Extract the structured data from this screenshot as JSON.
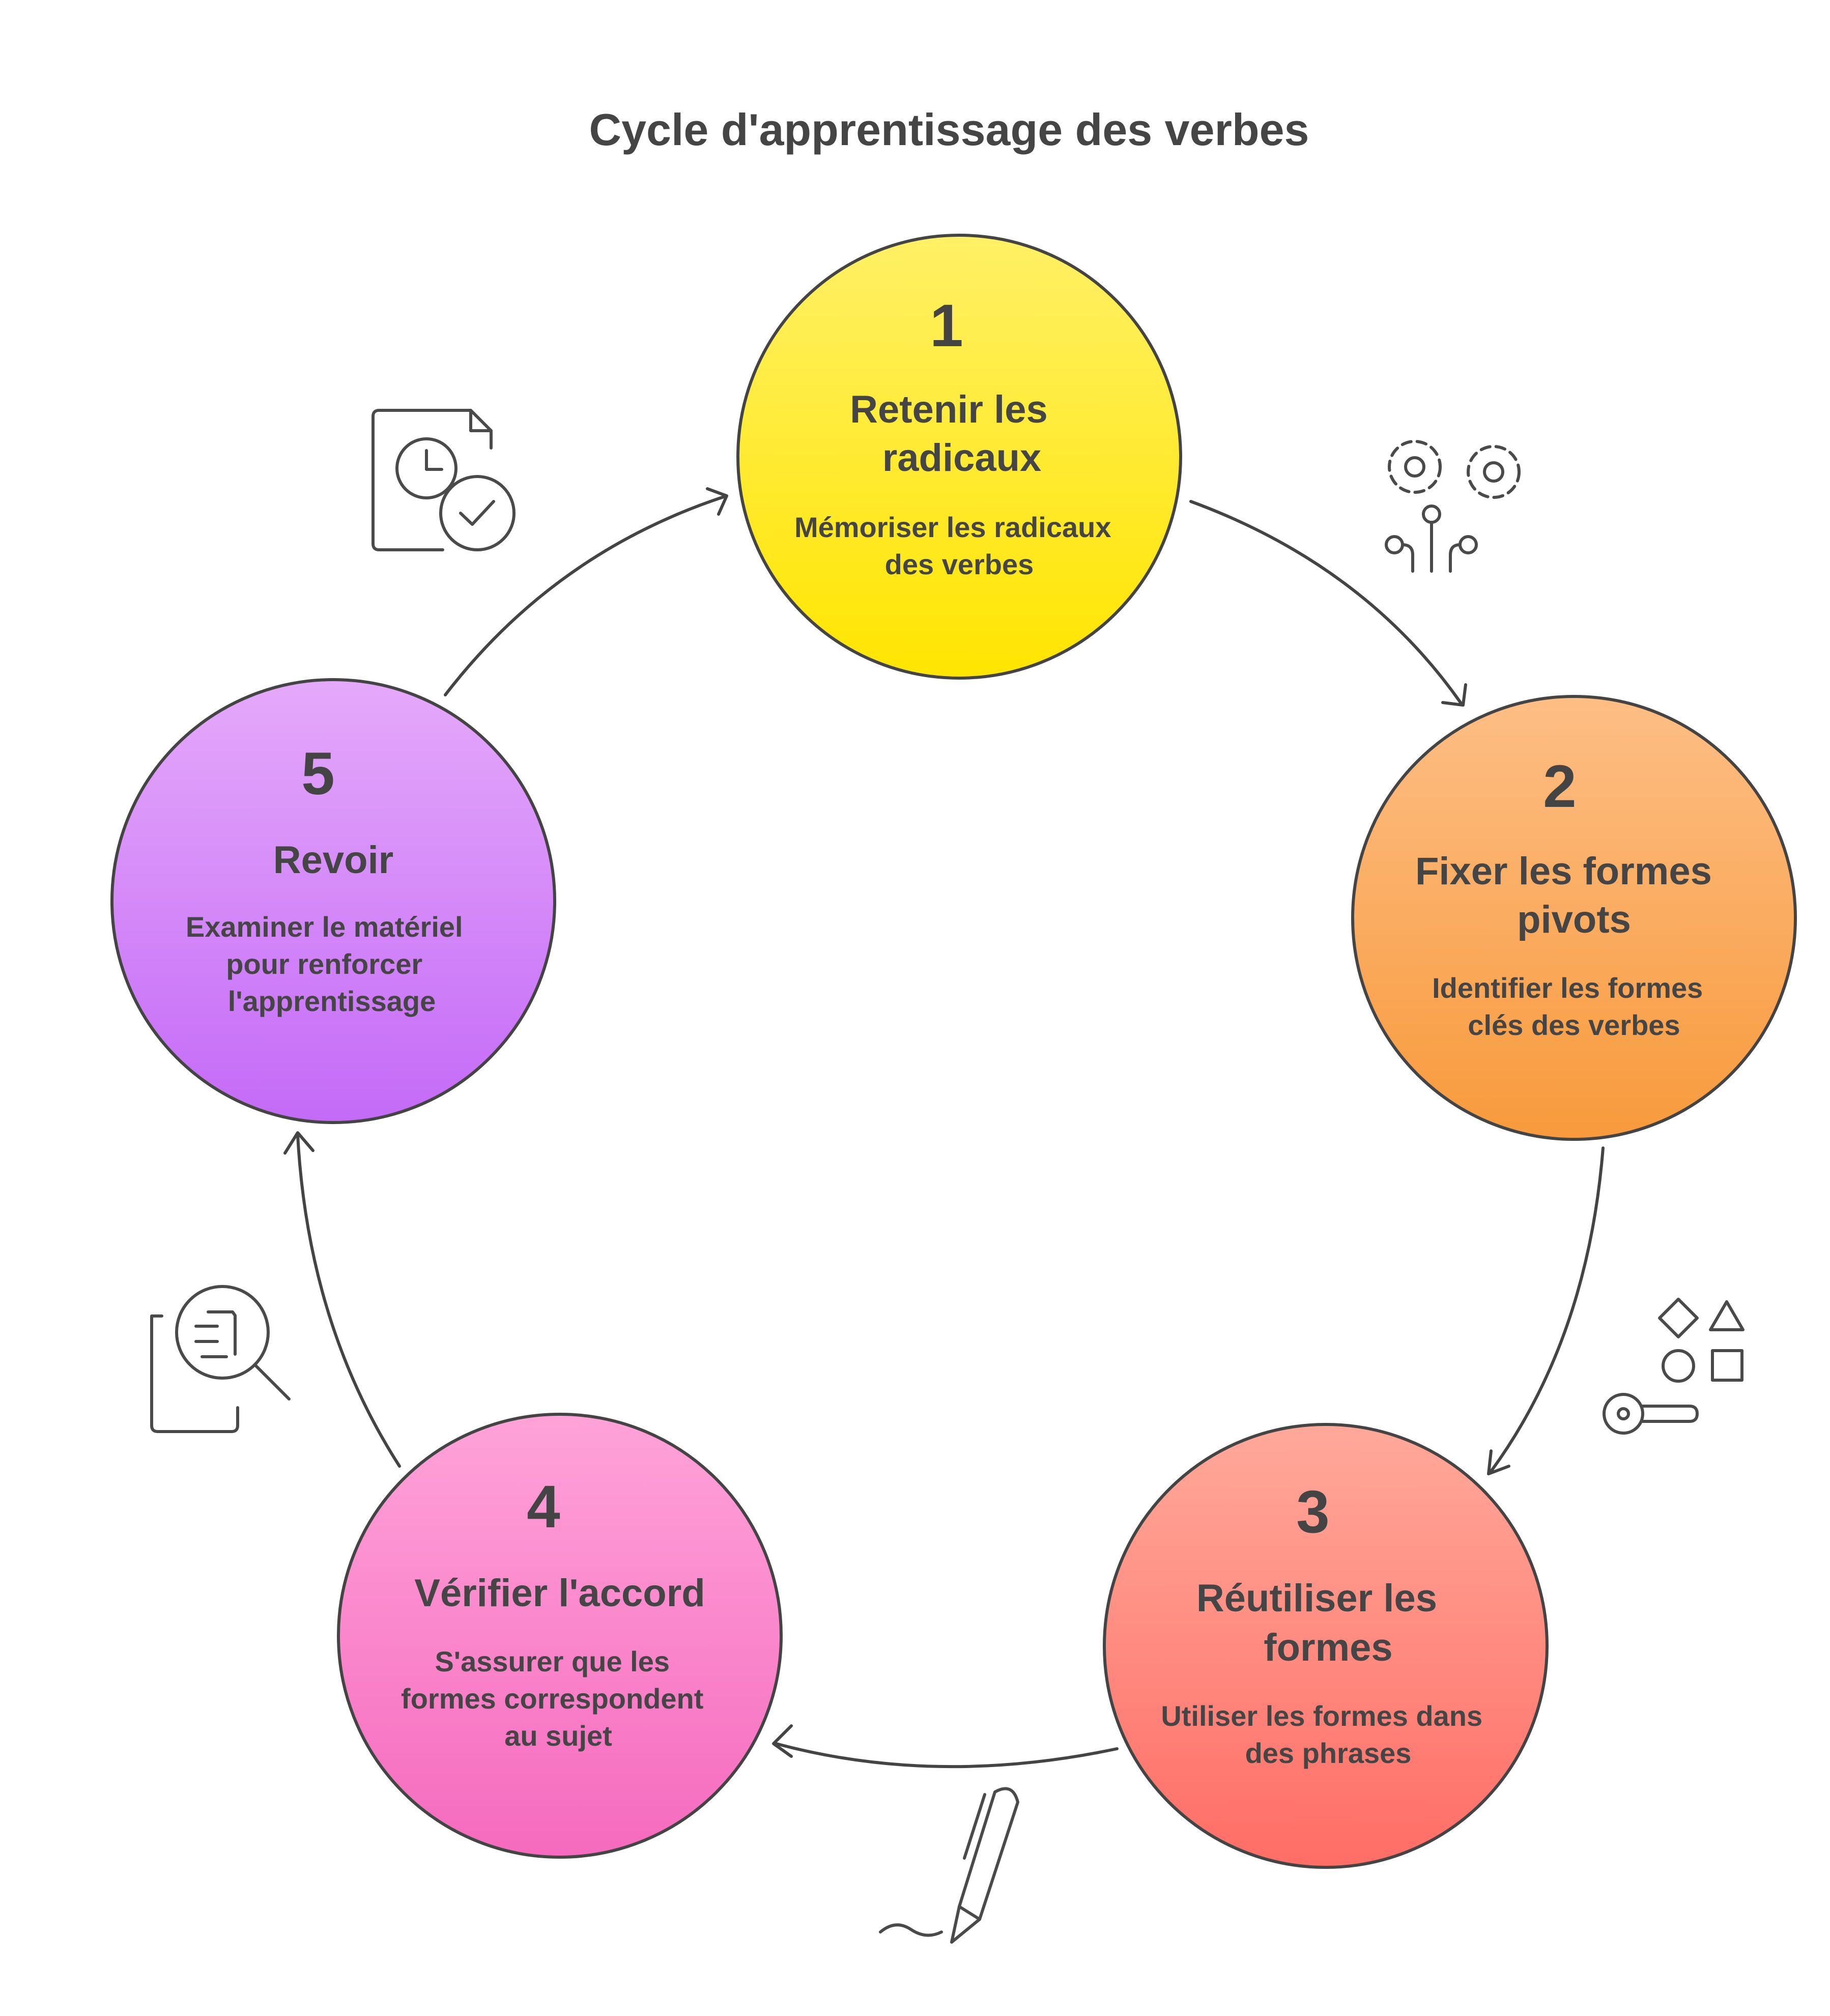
{
  "title": "Cycle d'apprentissage des verbes",
  "steps": [
    {
      "number": "1",
      "heading": [
        "Retenir les",
        "radicaux"
      ],
      "description": [
        "Mémoriser les radicaux",
        "des verbes"
      ],
      "color_top": "#FFF066",
      "color_bottom": "#FFE500"
    },
    {
      "number": "2",
      "heading": [
        "Fixer les formes",
        "pivots"
      ],
      "description": [
        "Identifier les formes",
        "clés des verbes"
      ],
      "color_top": "#FDBE85",
      "color_bottom": "#F89A3C"
    },
    {
      "number": "3",
      "heading": [
        "Réutiliser les",
        "formes"
      ],
      "description": [
        "Utiliser les formes dans",
        "des phrases"
      ],
      "color_top": "#FFA99A",
      "color_bottom": "#FF6D66"
    },
    {
      "number": "4",
      "heading": [
        "Vérifier l'accord"
      ],
      "description": [
        "S'assurer que les",
        "formes correspondent",
        "au sujet"
      ],
      "color_top": "#FFA3D9",
      "color_bottom": "#F56ABE"
    },
    {
      "number": "5",
      "heading": [
        "Revoir"
      ],
      "description": [
        "Examiner le matériel",
        "pour renforcer",
        "l'apprentissage"
      ],
      "color_top": "#E5A9FA",
      "color_bottom": "#C46AF7"
    }
  ],
  "icons": [
    "clock-document-check-icon",
    "gears-circuit-icon",
    "shapes-key-icon",
    "pen-signature-icon",
    "document-search-icon"
  ]
}
